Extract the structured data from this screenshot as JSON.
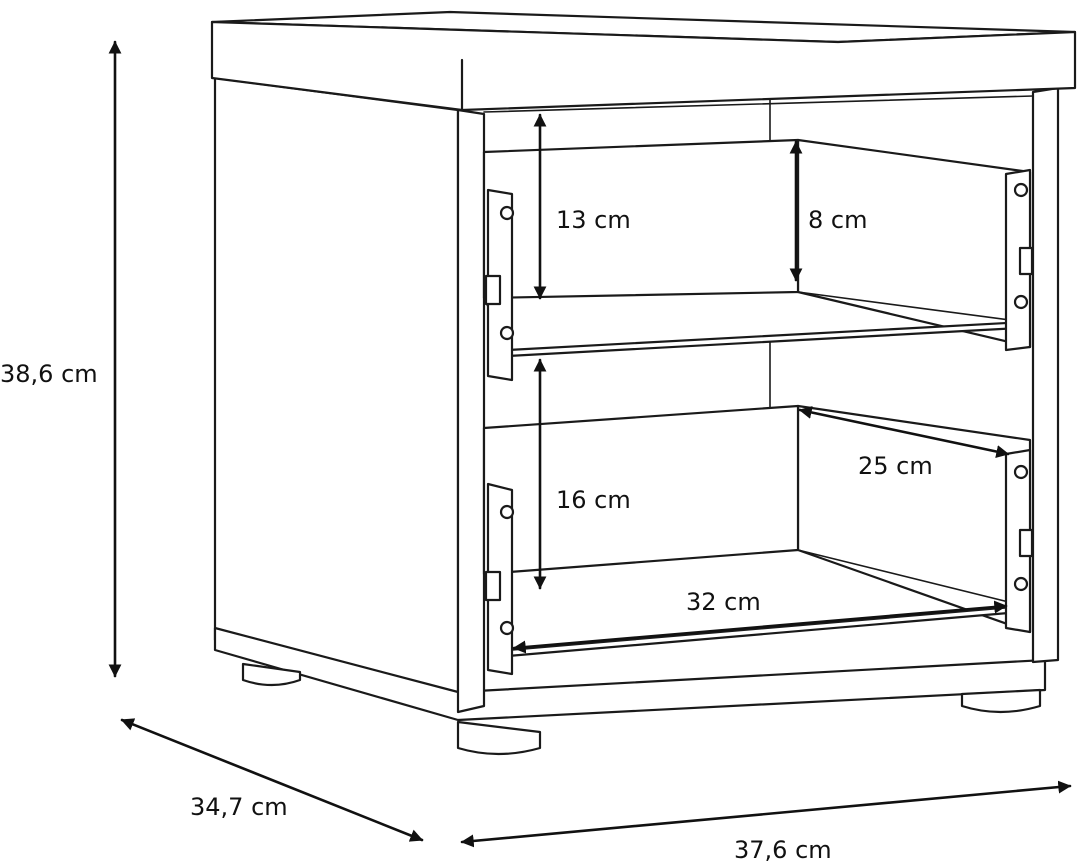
{
  "diagram": {
    "subject": "nightstand-open-back",
    "line_color": "#1a1a1a",
    "background": "#ffffff",
    "dimensions": {
      "total_height": "38,6 cm",
      "depth": "34,7 cm",
      "width": "37,6 cm",
      "upper_inner_height": "13 cm",
      "upper_drawer_height": "8 cm",
      "lower_inner_height": "16 cm",
      "drawer_depth": "25 cm",
      "drawer_width": "32 cm"
    }
  }
}
